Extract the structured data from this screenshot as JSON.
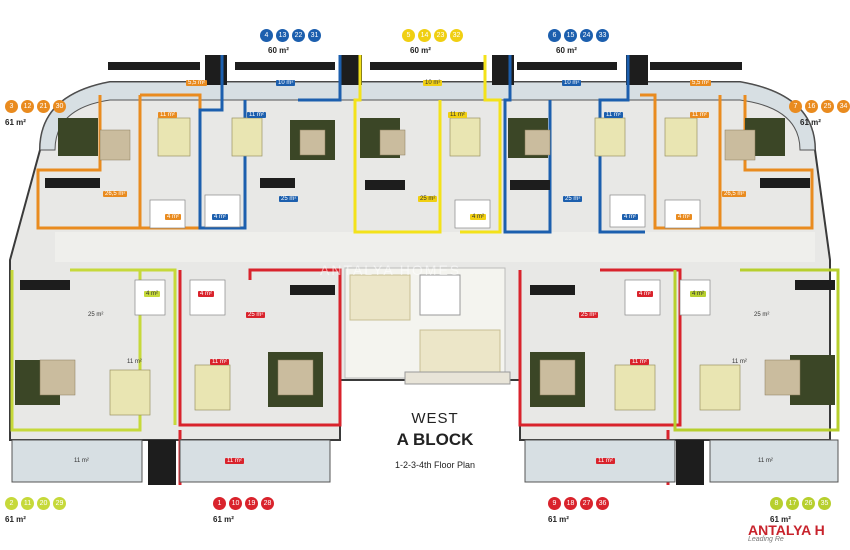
{
  "plan": {
    "title_main": "WEST",
    "title_block": "A BLOCK",
    "subtitle": "1-2-3-4th Floor Plan",
    "watermark": "ANTALYA HOMES",
    "logo_main": "ANTALYA H",
    "logo_sub": "Leading Re"
  },
  "colors": {
    "orange": "#e98b1f",
    "blue": "#1c5fae",
    "yellow": "#f3e21a",
    "red": "#d9232c",
    "lime": "#c6d93a",
    "green": "#b7cf2e",
    "wall_dark": "#1d1d1d",
    "floor": "#e8e8e6",
    "sofa": "#3b4626"
  },
  "units": [
    {
      "id": "u-top-left",
      "color": "orange",
      "numbers": [
        "3",
        "12",
        "21",
        "30"
      ],
      "area": "61 m²"
    },
    {
      "id": "u-top-blue1",
      "color": "blue",
      "numbers": [
        "4",
        "13",
        "22",
        "31"
      ],
      "area": "60 m²"
    },
    {
      "id": "u-top-yellow",
      "color": "yellow",
      "numbers": [
        "5",
        "14",
        "23",
        "32"
      ],
      "area": "60 m²"
    },
    {
      "id": "u-top-blue2",
      "color": "blue",
      "numbers": [
        "6",
        "15",
        "24",
        "33"
      ],
      "area": "60 m²"
    },
    {
      "id": "u-top-right",
      "color": "orange",
      "numbers": [
        "7",
        "16",
        "25",
        "34"
      ],
      "area": "61 m²"
    },
    {
      "id": "u-bot-left",
      "color": "lime",
      "numbers": [
        "2",
        "11",
        "20",
        "29"
      ],
      "area": "61 m²"
    },
    {
      "id": "u-bot-red1",
      "color": "red",
      "numbers": [
        "1",
        "10",
        "19",
        "28"
      ],
      "area": "61 m²"
    },
    {
      "id": "u-bot-red2",
      "color": "red",
      "numbers": [
        "9",
        "18",
        "27",
        "36"
      ],
      "area": "61 m²"
    },
    {
      "id": "u-bot-right",
      "color": "green",
      "numbers": [
        "8",
        "17",
        "26",
        "35"
      ],
      "area": "61 m²"
    }
  ],
  "room_labels": {
    "r1": "5,5 m²",
    "r2": "11 m²",
    "r3": "10 m²",
    "r4": "11 m²",
    "r5": "10 m²",
    "r6": "11 m²",
    "r7": "10 m²",
    "r8": "11 m²",
    "r9": "11 m²",
    "r10": "26,5 m²",
    "r11": "4 m²",
    "r12": "4 m²",
    "r13": "25 m²",
    "r14": "25 m²",
    "r15": "4 m²",
    "r16": "25 m²",
    "r17": "4 m²",
    "r18": "4 m²",
    "r19": "26,5 m²",
    "r20": "5,5 m²",
    "r21": "4 m²",
    "r22": "4 m²",
    "r23": "25 m²",
    "r24": "25 m²",
    "r25": "25 m²",
    "r26": "4 m²",
    "r27": "4 m²",
    "r28": "25 m²",
    "r29": "11 m²",
    "r30": "11 m²",
    "r31": "11 m²",
    "r32": "11 m²",
    "r33": "11 m²",
    "r34": "11 m²",
    "r35": "11 m²",
    "r36": "11 m²"
  }
}
